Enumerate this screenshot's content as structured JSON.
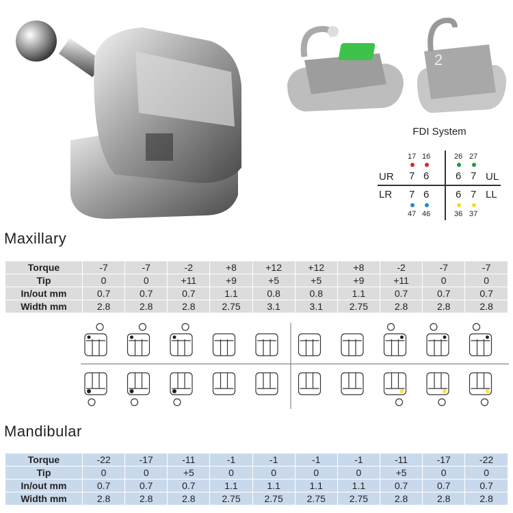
{
  "fdi": {
    "title": "FDI System",
    "quadrants": {
      "ur": "UR",
      "ul": "UL",
      "lr": "LR",
      "ll": "LL"
    },
    "upper_right": {
      "teeth": [
        "7",
        "6"
      ],
      "numbers": [
        "17",
        "16"
      ],
      "color": "#d9232a"
    },
    "upper_left": {
      "teeth": [
        "6",
        "7"
      ],
      "numbers": [
        "26",
        "27"
      ],
      "color": "#1f9a3c"
    },
    "lower_right": {
      "teeth": [
        "7",
        "6"
      ],
      "numbers": [
        "47",
        "46"
      ],
      "color": "#1f8ad6"
    },
    "lower_left": {
      "teeth": [
        "6",
        "7"
      ],
      "numbers": [
        "36",
        "37"
      ],
      "color": "#f0e020"
    }
  },
  "maxillary": {
    "title": "Maxillary",
    "rows": [
      {
        "label": "Torque",
        "values": [
          "-7",
          "-7",
          "-2",
          "+8",
          "+12",
          "+12",
          "+8",
          "-2",
          "-7",
          "-7"
        ]
      },
      {
        "label": "Tip",
        "values": [
          "0",
          "0",
          "+11",
          "+9",
          "+5",
          "+5",
          "+9",
          "+11",
          "0",
          "0"
        ]
      },
      {
        "label": "In/out mm",
        "values": [
          "0.7",
          "0.7",
          "0.7",
          "1.1",
          "0.8",
          "0.8",
          "1.1",
          "0.7",
          "0.7",
          "0.7"
        ]
      },
      {
        "label": "Width mm",
        "values": [
          "2.8",
          "2.8",
          "2.8",
          "2.75",
          "3.1",
          "3.1",
          "2.75",
          "2.8",
          "2.8",
          "2.8"
        ]
      }
    ]
  },
  "mandibular": {
    "title": "Mandibular",
    "rows": [
      {
        "label": "Torque",
        "values": [
          "-22",
          "-17",
          "-11",
          "-1",
          "-1",
          "-1",
          "-1",
          "-11",
          "-17",
          "-22"
        ]
      },
      {
        "label": "Tip",
        "values": [
          "0",
          "0",
          "+5",
          "0",
          "0",
          "0",
          "0",
          "+5",
          "0",
          "0"
        ]
      },
      {
        "label": "In/out mm",
        "values": [
          "0.7",
          "0.7",
          "0.7",
          "1.1",
          "1.1",
          "1.1",
          "1.1",
          "0.7",
          "0.7",
          "0.7"
        ]
      },
      {
        "label": "Width mm",
        "values": [
          "2.8",
          "2.8",
          "2.8",
          "2.75",
          "2.75",
          "2.75",
          "2.75",
          "2.8",
          "2.8",
          "2.8"
        ]
      }
    ]
  },
  "bracket_diagrams": {
    "upper_hooks": [
      true,
      true,
      true,
      false,
      false,
      false,
      false,
      true,
      true,
      true
    ],
    "lower_hooks": [
      true,
      true,
      true,
      false,
      false,
      false,
      false,
      true,
      true,
      true
    ],
    "lower_highlight": [
      false,
      false,
      false,
      false,
      false,
      false,
      false,
      true,
      true,
      true
    ],
    "highlight_color": "#f0e84a"
  },
  "colors": {
    "maxillary_table": "#dcdcdc",
    "mandibular_table": "#c9d9ec",
    "green_marker": "#3dc24a"
  }
}
